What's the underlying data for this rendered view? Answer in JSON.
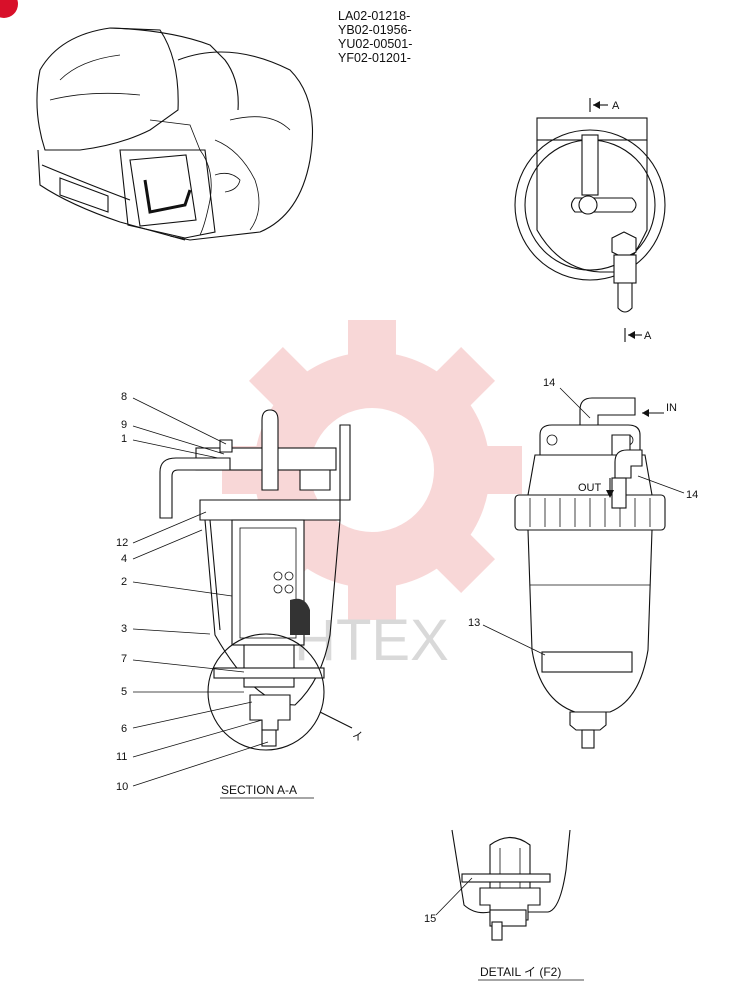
{
  "serials": [
    "LA02-01218-",
    "YB02-01956-",
    "YU02-00501-",
    "YF02-01201-"
  ],
  "watermark": "IHTEX",
  "section_markers": {
    "top": "A",
    "bottom": "A"
  },
  "section_caption": "SECTION A-A",
  "detail_caption": "DETAIL イ (F2)",
  "detail_marker": "イ",
  "flow_labels": {
    "in": "IN",
    "out": "OUT"
  },
  "callouts": {
    "c8": "8",
    "c9": "9",
    "c1": "1",
    "c12": "12",
    "c4": "4",
    "c2": "2",
    "c3": "3",
    "c7": "7",
    "c5": "5",
    "c6": "6",
    "c11": "11",
    "c10": "10",
    "c14a": "14",
    "c14b": "14",
    "c13": "13",
    "c15": "15"
  },
  "colors": {
    "line": "#111111",
    "watermark_gear": "#f3b8b8",
    "corner_mark": "#d8102a"
  }
}
